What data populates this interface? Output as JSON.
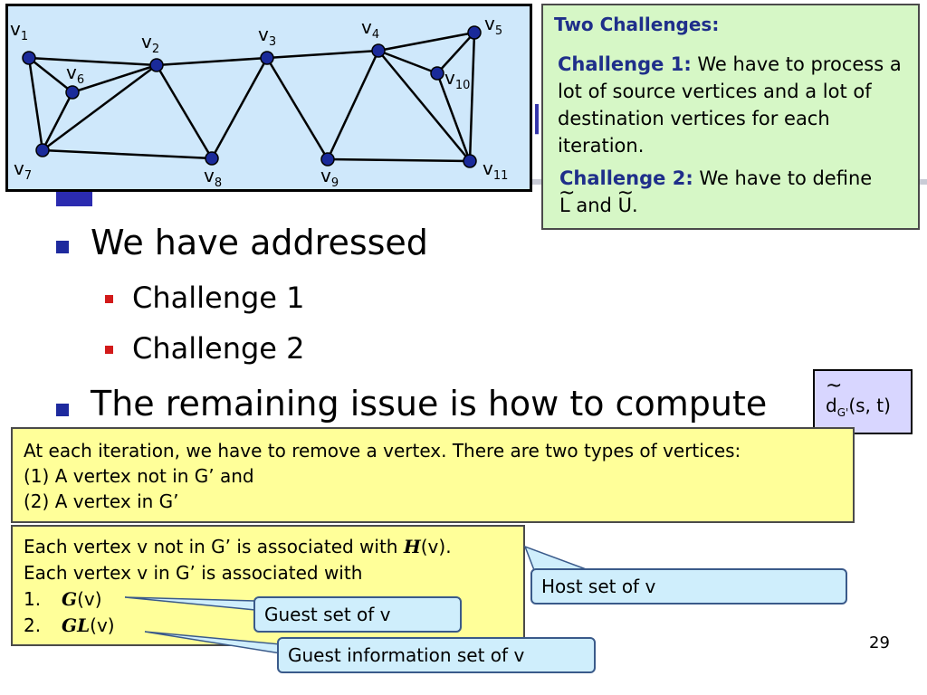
{
  "slide": {
    "title_fragment": "oli",
    "page_number": "29"
  },
  "graph": {
    "vertices": [
      {
        "label": "v",
        "sub": "1"
      },
      {
        "label": "v",
        "sub": "2"
      },
      {
        "label": "v",
        "sub": "3"
      },
      {
        "label": "v",
        "sub": "4"
      },
      {
        "label": "v",
        "sub": "5"
      },
      {
        "label": "v",
        "sub": "6"
      },
      {
        "label": "v",
        "sub": "7"
      },
      {
        "label": "v",
        "sub": "8"
      },
      {
        "label": "v",
        "sub": "9"
      },
      {
        "label": "v",
        "sub": "10"
      },
      {
        "label": "v",
        "sub": "11"
      }
    ],
    "node_color": "#1a2a9a"
  },
  "challenges": {
    "header": "Two Challenges:",
    "c1_label": "Challenge 1:",
    "c1_text": " We have to process a lot of source vertices and a lot of destination vertices for each iteration.",
    "c2_label": "Challenge 2:",
    "c2_text": " We have to define ",
    "c2_l": "L",
    "c2_and": " and ",
    "c2_u": "U",
    "c2_end": "."
  },
  "bullets": {
    "addressed": "We have addressed",
    "sub1": "Challenge 1",
    "sub2": "Challenge 2",
    "remaining": "The remaining issue is how to compute"
  },
  "dg": {
    "d": "d",
    "sub": "G'",
    "args": "(s, t)"
  },
  "iteration_box": {
    "line1": "At each iteration, we have to remove a vertex. There are two types of vertices:",
    "line2": "(1) A vertex not in G’ and",
    "line3": "(2) A vertex in G’"
  },
  "assoc_box": {
    "line1_pre": "Each vertex v not in G’ is associated with ",
    "line1_sym": "H",
    "line1_post": "(v).",
    "line2": "Each vertex v in G’ is associated with",
    "item1_num": "1.",
    "item1_sym": "G",
    "item1_post": "(v)",
    "item2_num": "2.",
    "item2_sym": "GL",
    "item2_post": "(v)"
  },
  "callouts": {
    "host": "Host set of v",
    "guest": "Guest set of v",
    "guest_info": "Guest information set of v"
  },
  "colors": {
    "graph_bg": "#cfe8fb",
    "green_bg": "#d6f7c6",
    "yellow_bg": "#ffff99",
    "callout_bg": "#cfeefc",
    "dg_bg": "#d8d6ff",
    "title_blue": "#3333aa"
  }
}
